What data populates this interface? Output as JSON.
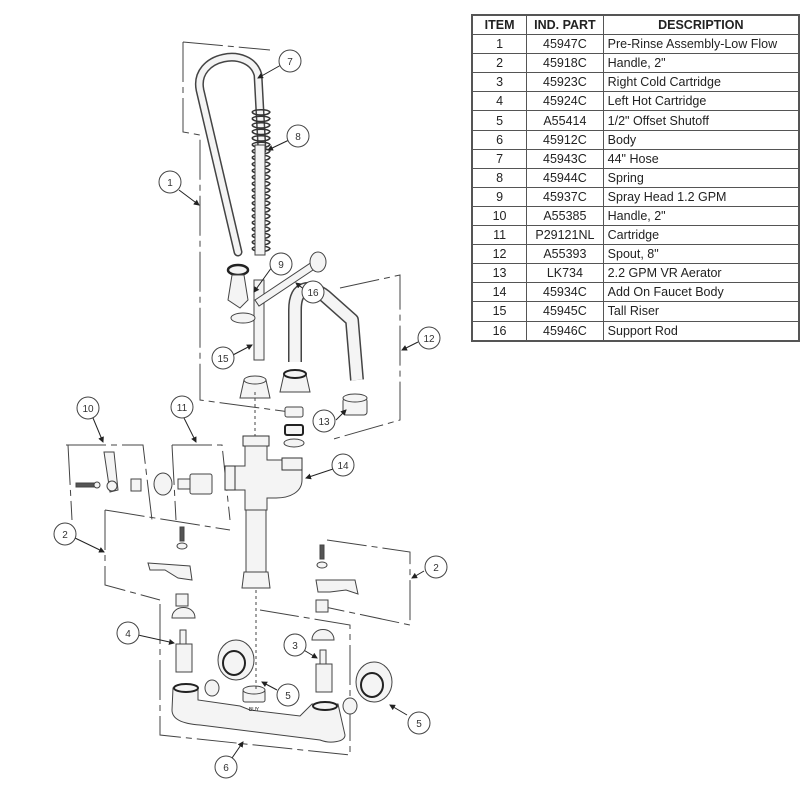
{
  "table": {
    "headers": {
      "item": "ITEM",
      "part": "IND. PART",
      "description": "DESCRIPTION"
    },
    "rows": [
      {
        "item": "1",
        "part": "45947C",
        "description": "Pre-Rinse Assembly-Low Flow"
      },
      {
        "item": "2",
        "part": "45918C",
        "description": "Handle, 2\""
      },
      {
        "item": "3",
        "part": "45923C",
        "description": "Right Cold Cartridge"
      },
      {
        "item": "4",
        "part": "45924C",
        "description": "Left Hot Cartridge"
      },
      {
        "item": "5",
        "part": "A55414",
        "description": "1/2\" Offset Shutoff"
      },
      {
        "item": "6",
        "part": "45912C",
        "description": "Body"
      },
      {
        "item": "7",
        "part": "45943C",
        "description": "44\" Hose"
      },
      {
        "item": "8",
        "part": "45944C",
        "description": "Spring"
      },
      {
        "item": "9",
        "part": "45937C",
        "description": "Spray Head 1.2 GPM"
      },
      {
        "item": "10",
        "part": "A55385",
        "description": "Handle, 2\""
      },
      {
        "item": "11",
        "part": "P29121NL",
        "description": "Cartridge"
      },
      {
        "item": "12",
        "part": "A55393",
        "description": "Spout, 8\""
      },
      {
        "item": "13",
        "part": "LK734",
        "description": "2.2 GPM VR Aerator"
      },
      {
        "item": "14",
        "part": "45934C",
        "description": "Add On Faucet Body"
      },
      {
        "item": "15",
        "part": "45945C",
        "description": "Tall Riser"
      },
      {
        "item": "16",
        "part": "45946C",
        "description": "Support Rod"
      }
    ]
  },
  "callouts": {
    "c1": "1",
    "c2a": "2",
    "c2b": "2",
    "c3": "3",
    "c4": "4",
    "c5a": "5",
    "c5b": "5",
    "c6": "6",
    "c7": "7",
    "c8": "8",
    "c9": "9",
    "c10": "10",
    "c11": "11",
    "c12": "12",
    "c13": "13",
    "c14": "14",
    "c15": "15",
    "c16": "16"
  },
  "body_stamp": "BUY",
  "colors": {
    "line": "#555555",
    "fill": "#f2f2f2",
    "dark": "#222222"
  }
}
